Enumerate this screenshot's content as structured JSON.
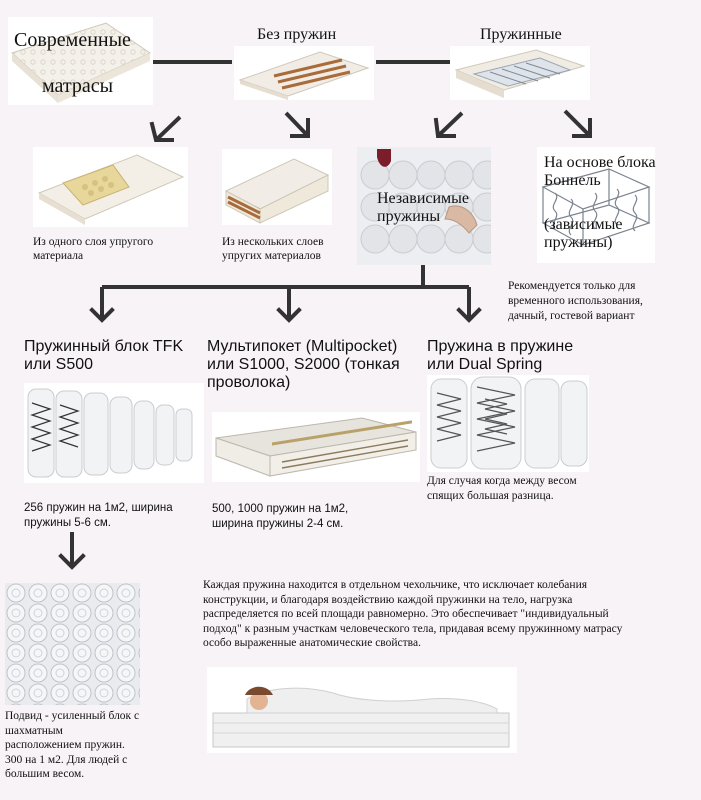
{
  "root": {
    "label_line1": "Современные",
    "label_line2": "матрасы"
  },
  "types": {
    "springless": {
      "label": "Без пружин"
    },
    "spring": {
      "label": "Пружинные"
    }
  },
  "springless_variants": {
    "single_layer": {
      "caption": "Из одного слоя упругого материала"
    },
    "multi_layer": {
      "caption": "Из нескольких слоев упругих материалов"
    }
  },
  "spring_variants": {
    "independent": {
      "label": "Независимые пружины"
    },
    "bonnel": {
      "label": "На основе блока Боннель",
      "sublabel": "(зависимые пружины)",
      "note": "Рекомендуется только для временного использования, дачный, гостевой вариант"
    }
  },
  "independent_types": {
    "tfk": {
      "title": "Пружинный блок TFK или S500",
      "desc": "256 пружин на 1м2, ширина пружины 5-6 см."
    },
    "multipocket": {
      "title": "Мультипокет (Multipocket) или S1000, S2000 (тонкая проволока)",
      "desc": "500, 1000 пружин на 1м2, ширина пружины 2-4 см."
    },
    "dual_spring": {
      "title": "Пружина в пружине или Dual Spring",
      "desc": "Для случая когда между весом спящих большая разница."
    }
  },
  "podvid": {
    "desc": "Подвид - усиленный блок с шахматным расположением пружин. 300 на 1 м2. Для людей с большим весом."
  },
  "explanation": {
    "text": "Каждая пружина находится в отдельном чехольчике, что исключает колебания конструкции, и благодаря воздействию каждой пружинки на тело, нагрузка распределяется по всей площади равномерно. Это обеспечивает \"индивидуальный подход\" к разным участкам человеческого тела, придавая всему пружинному матрасу особо выраженные анатомические свойства."
  },
  "colors": {
    "background": "#f8f3f7",
    "connector": "#333333",
    "text": "#111111"
  }
}
